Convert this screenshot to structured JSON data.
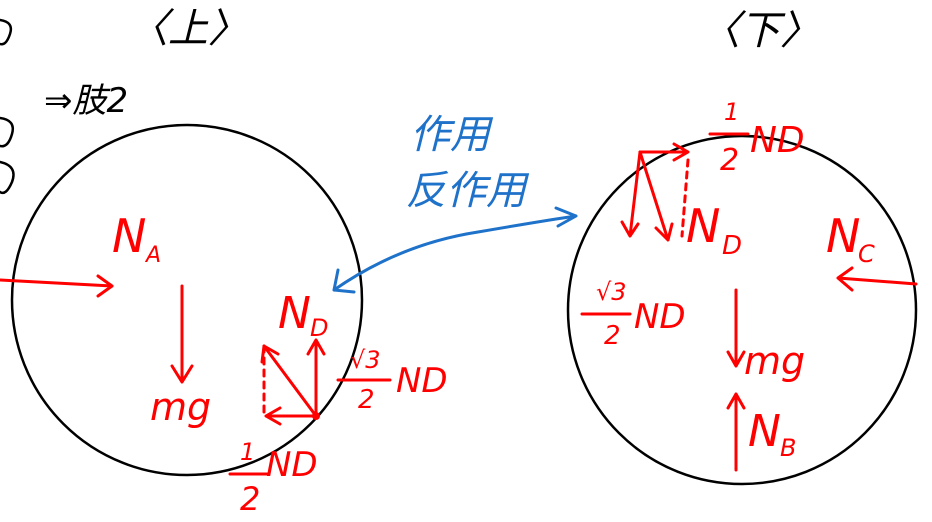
{
  "colors": {
    "ink": "#000000",
    "force": "#ff0000",
    "relation": "#1f72c9",
    "background": "#ffffff"
  },
  "header": {
    "top_label": "〈上〉",
    "bottom_label": "〈下〉",
    "side_note": "⇒肢2"
  },
  "relation": {
    "action": "作用",
    "reaction": "反作用"
  },
  "upper_ball": {
    "na_main": "N",
    "na_sub": "A",
    "mg": "mg",
    "nd_main": "N",
    "nd_sub": "D",
    "comp_sqrt_num": "√3",
    "comp_sqrt_den": "2",
    "comp_sqrt_nd": "ND",
    "comp_half_num": "1",
    "comp_half_den": "2",
    "comp_half_nd": "ND"
  },
  "lower_ball": {
    "half_num": "1",
    "half_den": "2",
    "half_nd": "ND",
    "nd_main": "N",
    "nd_sub": "D",
    "nc_main": "N",
    "nc_sub": "C",
    "sqrt_num": "√3",
    "sqrt_den": "2",
    "sqrt_nd": "ND",
    "mg": "mg",
    "nb_main": "N",
    "nb_sub": "B"
  }
}
